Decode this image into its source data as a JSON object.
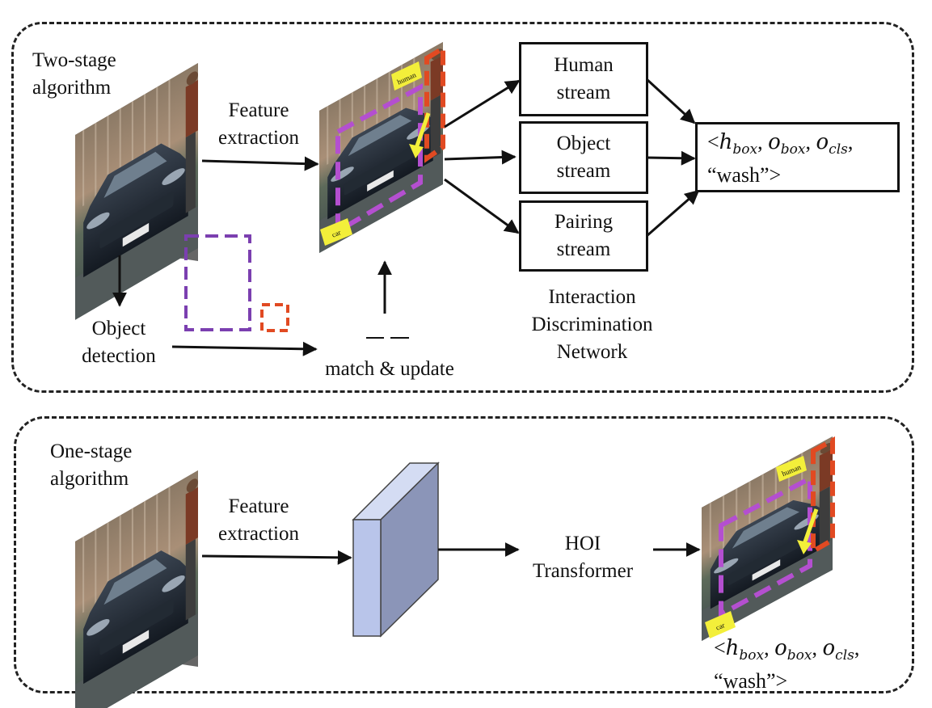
{
  "two_stage": {
    "title_line1": "Two-stage",
    "title_line2": "algorithm",
    "feature_line1": "Feature",
    "feature_line2": "extraction",
    "detection_line1": "Object",
    "detection_line2": "detection",
    "match_label": "match & update",
    "streams": {
      "human_line1": "Human",
      "human_line2": "stream",
      "object_line1": "Object",
      "object_line2": "stream",
      "pairing_line1": "Pairing",
      "pairing_line2": "stream"
    },
    "network_line1": "Interaction",
    "network_line2": "Discrimination",
    "network_line3": "Network",
    "tag_human": "human",
    "tag_car": "car"
  },
  "one_stage": {
    "title_line1": "One-stage",
    "title_line2": "algorithm",
    "feature_line1": "Feature",
    "feature_line2": "extraction",
    "hoi_line1": "HOI",
    "hoi_line2": "Transformer",
    "tag_human": "human",
    "tag_car": "car"
  },
  "output": {
    "lt": "<",
    "h": "h",
    "o": "o",
    "sub_box": "box",
    "sub_cls": "cls",
    "comma": ",",
    "verb": "“wash”>"
  },
  "colors": {
    "purple": "#7b3fb0",
    "orange": "#e14a22",
    "magenta": "#b44fd0",
    "yellow": "#f3ef3a",
    "cube_front": "#b9c5ea",
    "cube_side": "#8b95b8",
    "cube_top": "#d4dcf3"
  }
}
